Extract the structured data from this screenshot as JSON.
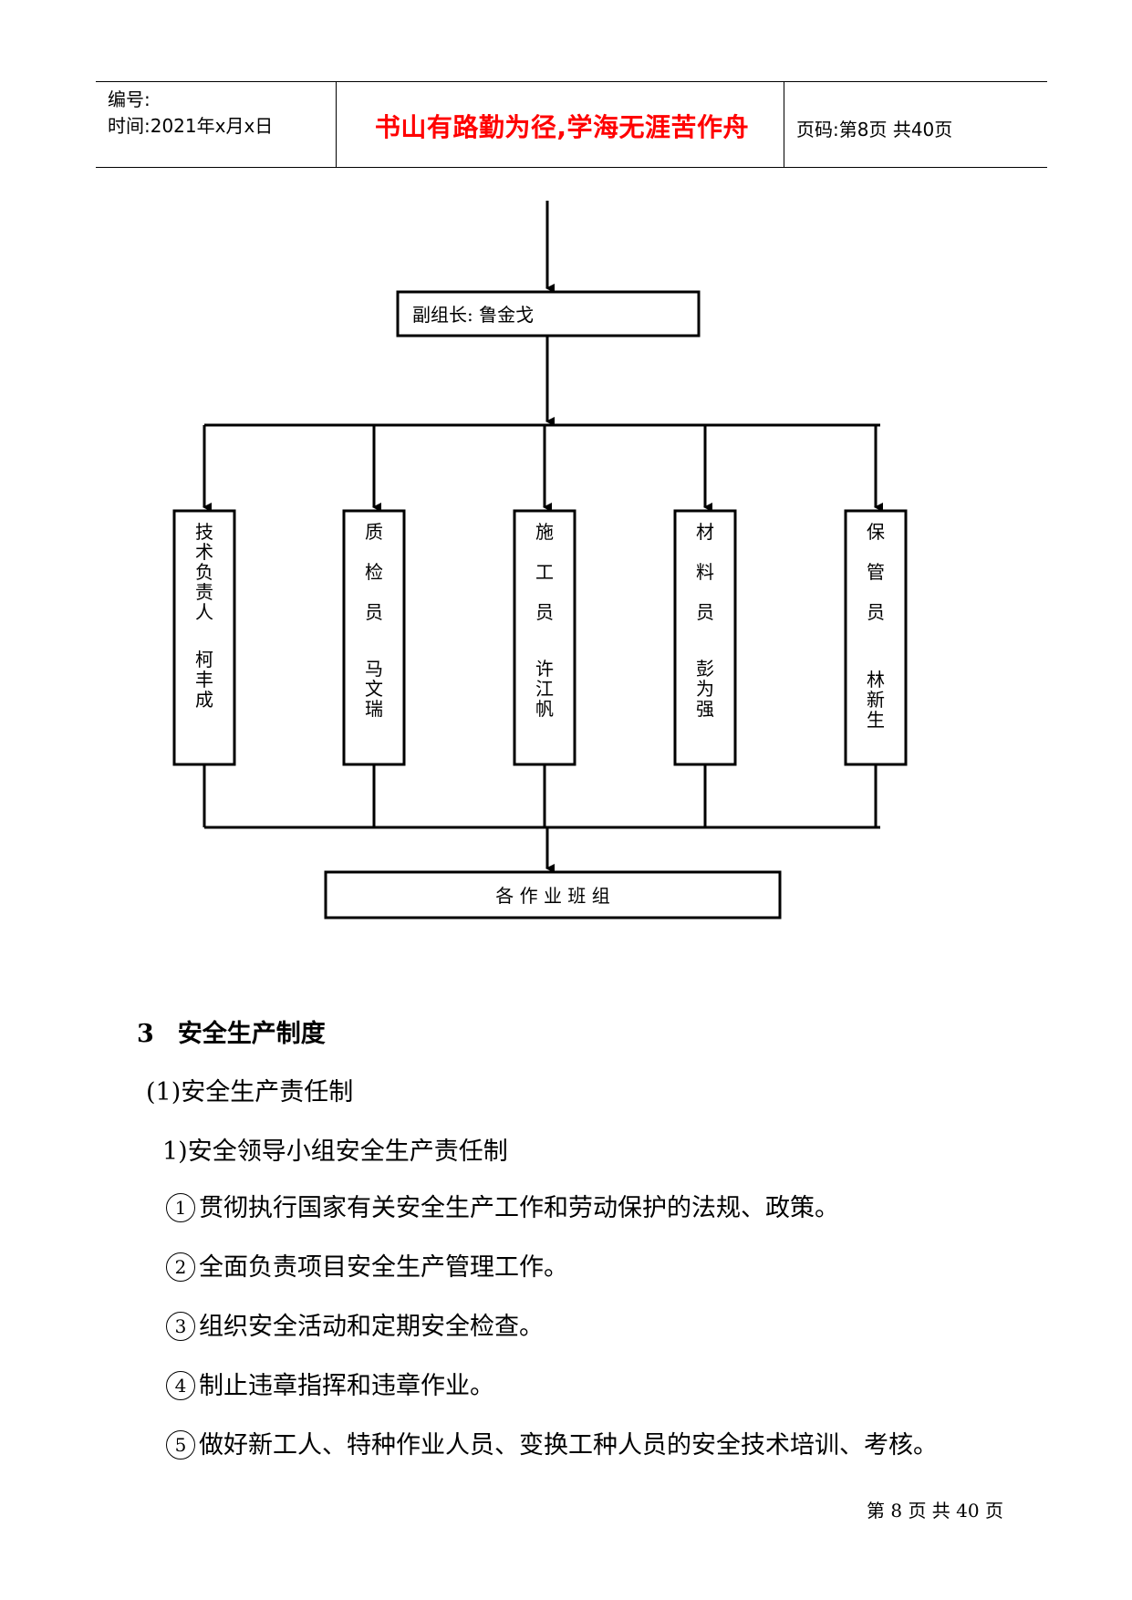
{
  "header": {
    "code_label": "编号:",
    "time_label": "时间:2021年x月x日",
    "motto": "书山有路勤为径,学海无涯苦作舟",
    "page_label": "页码:第8页 共40页"
  },
  "org_chart": {
    "deputy": "副组长:  鲁金戈",
    "members": [
      {
        "role": [
          "技",
          "术",
          "负",
          "责",
          "人"
        ],
        "name": [
          "柯",
          "丰",
          "成"
        ]
      },
      {
        "role": [
          "质",
          "检",
          "员"
        ],
        "name": [
          "马",
          "文",
          "瑞"
        ]
      },
      {
        "role": [
          "施",
          "工",
          "员"
        ],
        "name": [
          "许",
          "江",
          "帆"
        ]
      },
      {
        "role": [
          "材",
          "料",
          "员"
        ],
        "name": [
          "彭",
          "为",
          "强"
        ]
      },
      {
        "role": [
          "保",
          "管",
          "员"
        ],
        "name": [
          "林",
          "新",
          "生"
        ]
      }
    ],
    "teams": "各 作 业 班 组"
  },
  "content": {
    "section_num": "3",
    "section_title": "安全生产制度",
    "sub1": "(1)安全生产责任制",
    "sub2": "1)安全领导小组安全生产责任制",
    "items": [
      {
        "mark": "1",
        "text": "贯彻执行国家有关安全生产工作和劳动保护的法规、政策。"
      },
      {
        "mark": "2",
        "text": "全面负责项目安全生产管理工作。"
      },
      {
        "mark": "3",
        "text": "组织安全活动和定期安全检查。"
      },
      {
        "mark": "4",
        "text": "制止违章指挥和违章作业。"
      },
      {
        "mark": "5",
        "text": "做好新工人、特种作业人员、变换工种人员的安全技术培训、考核。"
      }
    ]
  },
  "footer": "第 8 页 共 40 页"
}
